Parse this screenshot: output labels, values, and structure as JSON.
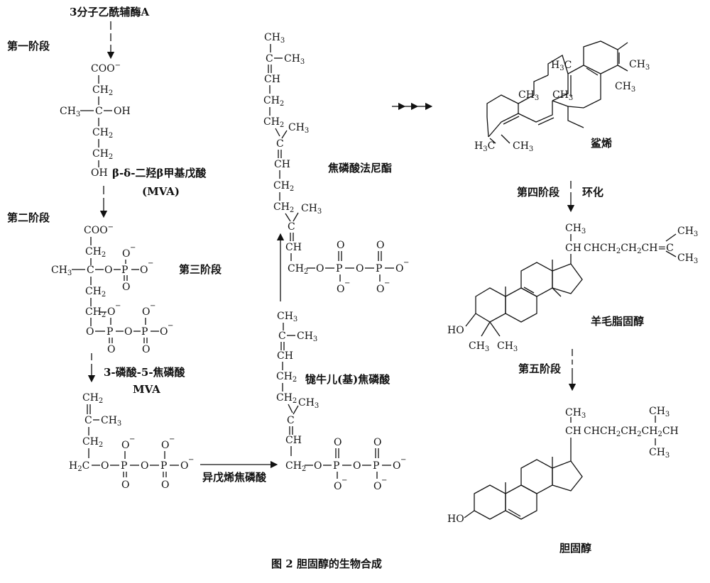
{
  "labels": {
    "start": "3分子乙酰辅酶A",
    "stage1": "第一阶段",
    "stage2": "第二阶段",
    "stage3": "第三阶段",
    "stage4": "第四阶段",
    "cyclize": "环化",
    "stage5": "第五阶段",
    "mva_full": "β-δ-二羟β甲基戊酸",
    "mva_abbr": "(MVA)",
    "mva_pp_1": "3-磷酸-5-焦磷酸",
    "mva_pp_2": "MVA",
    "ipp": "异戊烯焦磷酸",
    "gpp": "牻牛儿(基)焦磷酸",
    "fpp": "焦磷酸法尼酯",
    "squalene": "鲨烯",
    "lanosterol": "羊毛脂固醇",
    "cholesterol": "胆固醇",
    "caption": "图 2  胆固醇的生物合成"
  },
  "chem": {
    "coo": "COO",
    "ch2": "CH",
    "ch3": "CH",
    "c": "C",
    "oh": "OH",
    "ho": "HO",
    "o": "O",
    "p": "P",
    "ch": "CH",
    "h2c": "H",
    "h3c": "H",
    "minus": "−",
    "two": "2",
    "three": "3",
    "c_side": "C",
    "ch_chain4": "CHCH",
    "ch_chain4b": "CH",
    "ch_chain4c": "CH",
    "ch_chain4d": "=C",
    "ch_chain5": "CHCH",
    "ch_chain5b": "CH",
    "ch_chain5c": "CH",
    "ch_chain5d": "CH"
  }
}
